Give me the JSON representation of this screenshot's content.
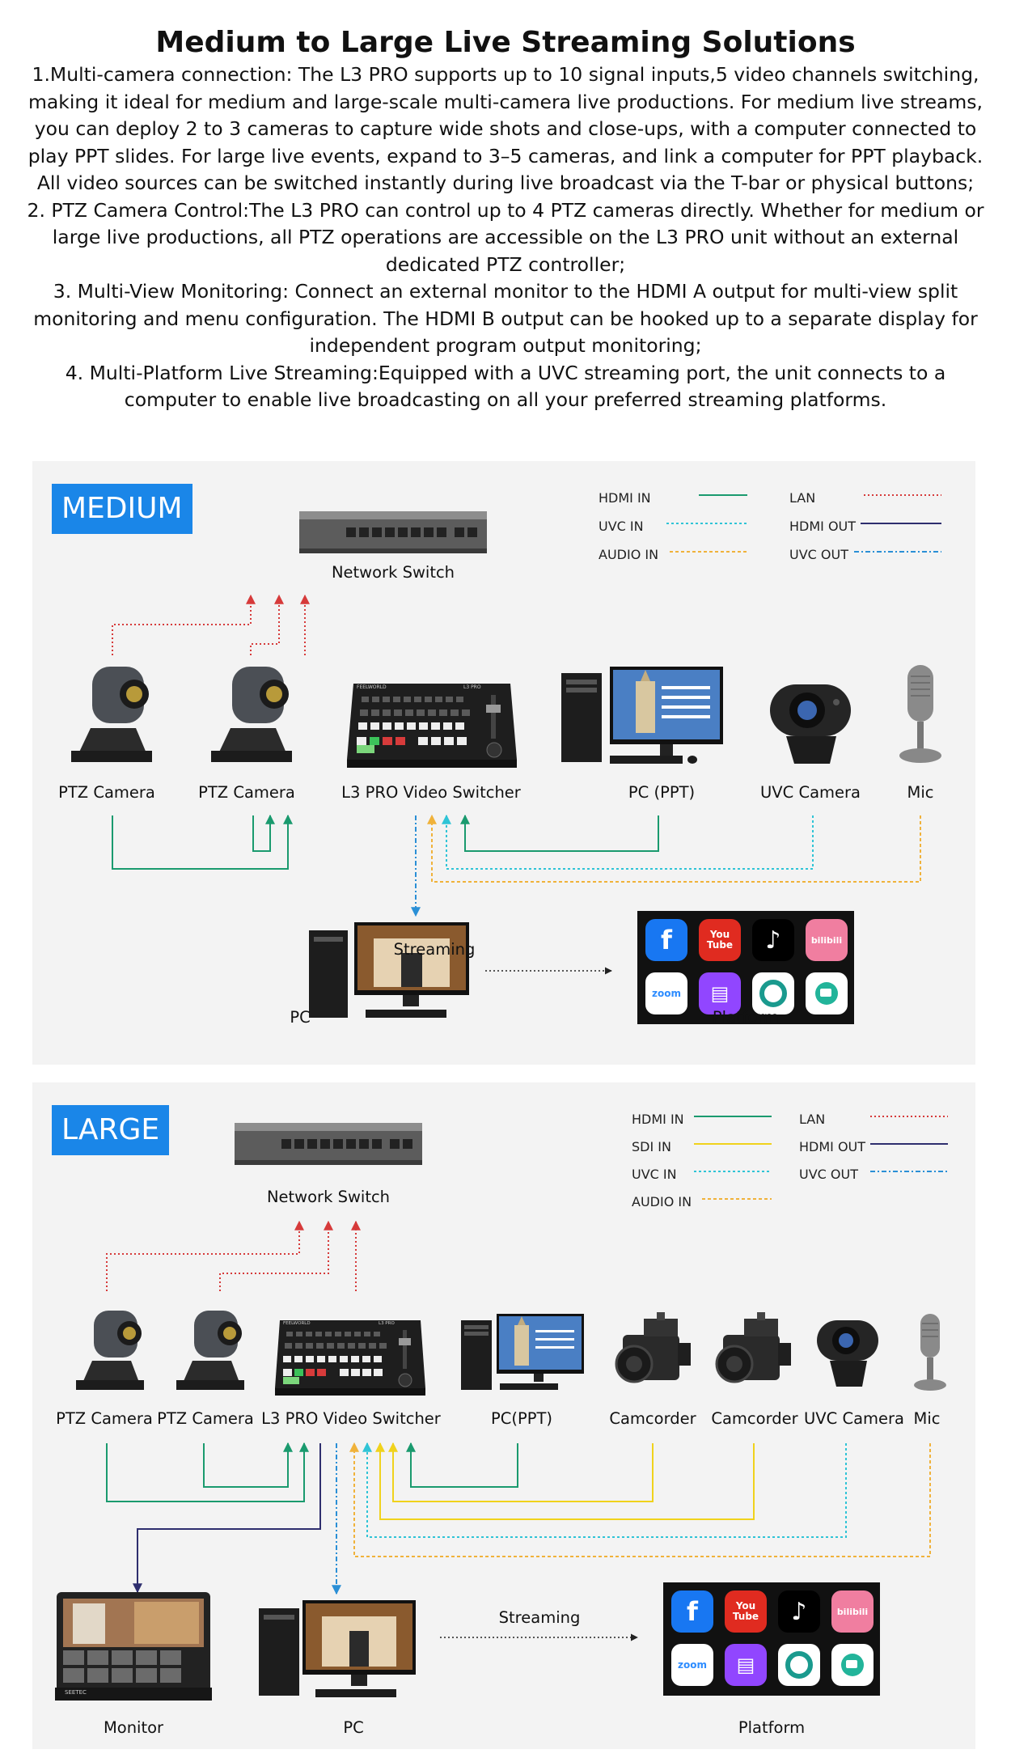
{
  "title": "Medium to Large Live Streaming Solutions",
  "intro": [
    "1.Multi-camera connection: The L3 PRO supports up to 10 signal inputs,5 video channels switching, making it ideal for medium and large-scale multi-camera live productions. For medium live streams, you can deploy 2 to 3 cameras to capture wide shots and close-ups, with a computer connected to play PPT slides. For large live events, expand to 3–5 cameras, and link a computer for PPT playback. All video sources can be switched instantly during live broadcast via the T-bar or physical buttons;",
    "2. PTZ Camera Control:The L3 PRO can control up to 4 PTZ cameras directly. Whether for medium or large live productions, all PTZ operations are accessible on the L3 PRO unit without an external dedicated PTZ controller;",
    "3. Multi-View Monitoring: Connect an external monitor to the HDMI A output for multi-view split monitoring and menu configuration. The HDMI B output can be hooked up to a separate display for independent program output monitoring;",
    "4. Multi-Platform Live Streaming:Equipped with a UVC streaming port, the unit connects to a computer to enable live broadcasting on all your preferred streaming platforms."
  ],
  "colors": {
    "hdmi_in": "#1a9a6e",
    "sdi_in": "#f0d21c",
    "uvc_in": "#2fc4d6",
    "audio_in": "#f0b23a",
    "lan": "#d63a3a",
    "hdmi_out": "#2e2e6e",
    "uvc_out": "#2a8fd6",
    "badge": "#1a86e8"
  },
  "medium": {
    "badge": "MEDIUM",
    "legend": [
      "HDMI IN",
      "LAN",
      "UVC IN",
      "HDMI OUT",
      "AUDIO IN",
      "UVC OUT"
    ],
    "network_switch": "Network Switch",
    "devices": [
      "PTZ Camera",
      "PTZ Camera",
      "L3 PRO  Video Switcher",
      "PC (PPT)",
      "UVC Camera",
      "Mic"
    ],
    "pc": "PC",
    "streaming": "Streaming",
    "platform": "Platform",
    "switcher_brand": "FEELWORLD",
    "switcher_model": "L3 PRO"
  },
  "large": {
    "badge": "LARGE",
    "legend": [
      "HDMI IN",
      "LAN",
      "SDI IN",
      "HDMI OUT",
      "UVC IN",
      "UVC OUT",
      "AUDIO IN"
    ],
    "network_switch": "Network Switch",
    "devices": [
      "PTZ Camera",
      "PTZ Camera",
      "L3 PRO  Video Switcher",
      "PC(PPT)",
      "Camcorder",
      "Camcorder",
      "UVC Camera",
      "Mic"
    ],
    "monitor": "Monitor",
    "monitor_brand": "SEETEC",
    "pc": "PC",
    "streaming": "Streaming",
    "platform": "Platform",
    "switcher_brand": "FEELWORLD",
    "switcher_model": "L3 PRO"
  },
  "platform_icons": [
    "facebook-icon",
    "youtube-icon",
    "tiktok-icon",
    "bilibili-icon",
    "zoom-icon",
    "twitch-icon",
    "streaming-app-icon",
    "tencent-meeting-icon"
  ],
  "platform_text": {
    "youtube_top": "You",
    "youtube_bottom": "Tube",
    "bilibili": "bilibili",
    "zoom": "zoom"
  }
}
